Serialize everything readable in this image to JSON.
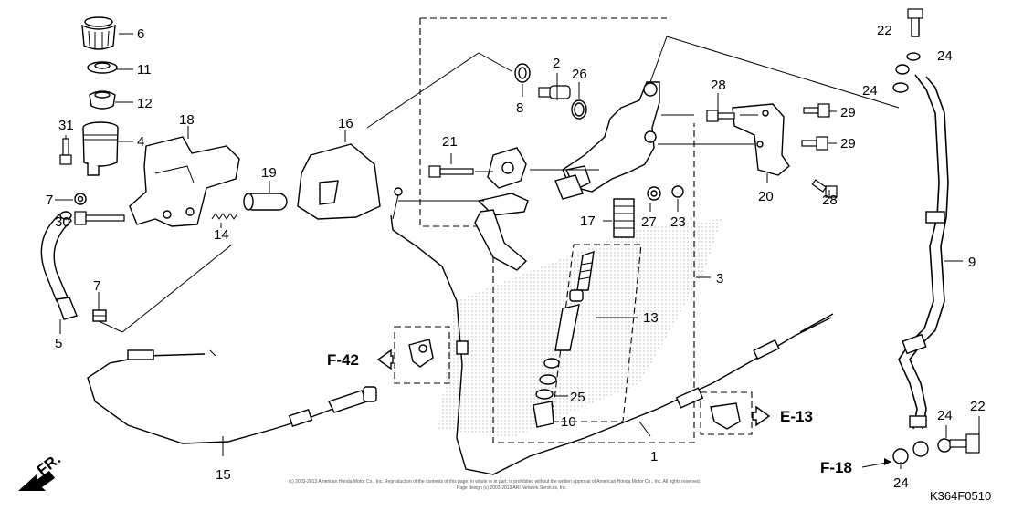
{
  "diagram": {
    "code": "K364F0510",
    "copyright_line1": "(c) 2003-2013 American Honda Motor Co., Inc. Reproduction of the contents of this page, in whole or in part, is prohibited without the written approval of American Honda Motor Co., Inc. All rights reserved.",
    "copyright_line2": "Page design (c) 2003-2013 ARI Network Services, Inc.",
    "front_label": "FR.",
    "refs": {
      "f42": "F-42",
      "e13": "E-13",
      "f18": "F-18"
    },
    "callouts": {
      "c1": "1",
      "c2": "2",
      "c3": "3",
      "c4": "4",
      "c5": "5",
      "c6": "6",
      "c7a": "7",
      "c7b": "7",
      "c8": "8",
      "c9": "9",
      "c10": "10",
      "c11": "11",
      "c12": "12",
      "c13": "13",
      "c14": "14",
      "c15": "15",
      "c16": "16",
      "c17": "17",
      "c18": "18",
      "c19": "19",
      "c20": "20",
      "c21": "21",
      "c22a": "22",
      "c22b": "22",
      "c23": "23",
      "c24a": "24",
      "c24b": "24",
      "c24c": "24",
      "c24d": "24",
      "c25": "25",
      "c26": "26",
      "c27": "27",
      "c28a": "28",
      "c28b": "28",
      "c29a": "29",
      "c29b": "29",
      "c30": "30",
      "c31": "31"
    }
  }
}
